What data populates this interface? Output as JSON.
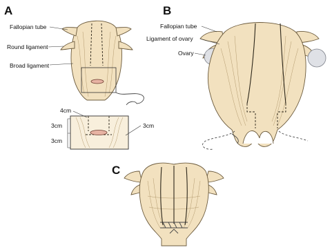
{
  "panels": {
    "a": {
      "letter": "A",
      "labels": {
        "fallopian_tube": "Fallopian tube",
        "round_ligament": "Round  ligament",
        "broad_ligament": "Broad ligament"
      },
      "measurements": {
        "top": "4cm",
        "left_upper": "3cm",
        "left_lower": "3cm",
        "right": "3cm"
      }
    },
    "b": {
      "letter": "B",
      "labels": {
        "fallopian_tube": "Fallopian tube",
        "ligament_of_ovary": "Ligament of ovary",
        "ovary": "Ovary"
      }
    },
    "c": {
      "letter": "C"
    }
  },
  "colors": {
    "tissue": "#f2e1bf",
    "incision": "#e7b3a3",
    "ovary": "#dfe1e6"
  }
}
